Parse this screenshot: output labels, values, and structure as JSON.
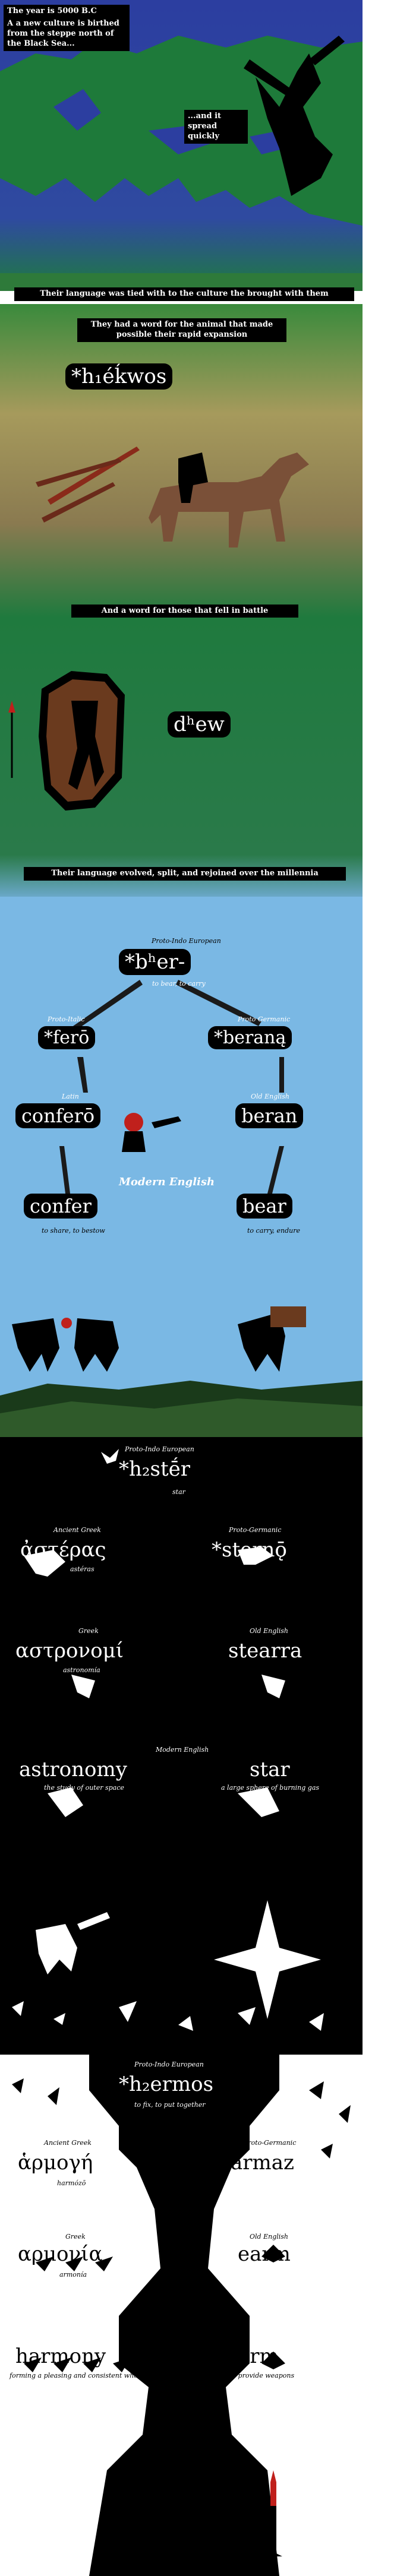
{
  "intro": {
    "year": "The year is 5000 B.C",
    "birth": "A a new culture is birthed from the steppe north of the Black Sea...",
    "spread": "...and it spread quickly",
    "tied": "Their language was tied with to the culture the brought with them"
  },
  "horse": {
    "caption": "They had a word for the animal that made possible their rapid expansion",
    "word": "*h₁éḱwos"
  },
  "fallen": {
    "caption": "And a word for those that fell in battle",
    "word": "dʰew",
    "evolved": "Their language evolved, split, and rejoined over the millennia"
  },
  "bher": {
    "pie_label": "Proto-Indo European",
    "root": "*bʰer-",
    "root_gloss": "to bear, to carry",
    "italic_label": "Proto-Italic",
    "italic_word": "*ferō",
    "germanic_label": "Proto Germanic",
    "germanic_word": "*beraną",
    "latin_label": "Latin",
    "latin_word": "conferō",
    "oe_label": "Old English",
    "oe_word": "beran",
    "modern_label": "Modern English",
    "confer": "confer",
    "confer_gloss": "to share, to bestow",
    "bear": "bear",
    "bear_gloss": "to carry, endure"
  },
  "star": {
    "pie_label": "Proto-Indo European",
    "root": "*h₂stḗr",
    "root_gloss": "star",
    "greek_label": "Ancient Greek",
    "greek_word": "ἀστέρας",
    "greek_translit": "astéras",
    "germanic_label": "Proto-Germanic",
    "germanic_word": "*sternǭ",
    "greek2_label": "Greek",
    "greek2_word": "αστρονομί",
    "greek2_translit": "astronomía",
    "oe_label": "Old English",
    "oe_word": "stearra",
    "modern_label": "Modern English",
    "astronomy": "astronomy",
    "astronomy_gloss": "the study of outer space",
    "star_word": "star",
    "star_gloss": "a large sphere of burning gas"
  },
  "harm": {
    "pie_label": "Proto-Indo European",
    "root": "*h₂ermos",
    "root_gloss": "to fix, to put together",
    "greek_label": "Ancient Greek",
    "greek_word": "ἁρμογή",
    "greek_translit": "harmózō",
    "germanic_label": "Proto-Germanic",
    "germanic_word": "armaz",
    "greek2_label": "Greek",
    "greek2_word": "αρμονία",
    "greek2_translit": "armonía",
    "oe_label": "Old English",
    "oe_word": "earm",
    "modern_label": "Modern English",
    "harmony": "harmony",
    "harmony_gloss": "forming a pleasing and consistent whole",
    "arm": "arm",
    "arm_gloss": "to provide weapons"
  },
  "colors": {
    "sea": "#2a3a9a",
    "land": "#1c7a3c",
    "sky": "#7ab8e4",
    "night": "#000000",
    "red_accent": "#c0201c"
  }
}
